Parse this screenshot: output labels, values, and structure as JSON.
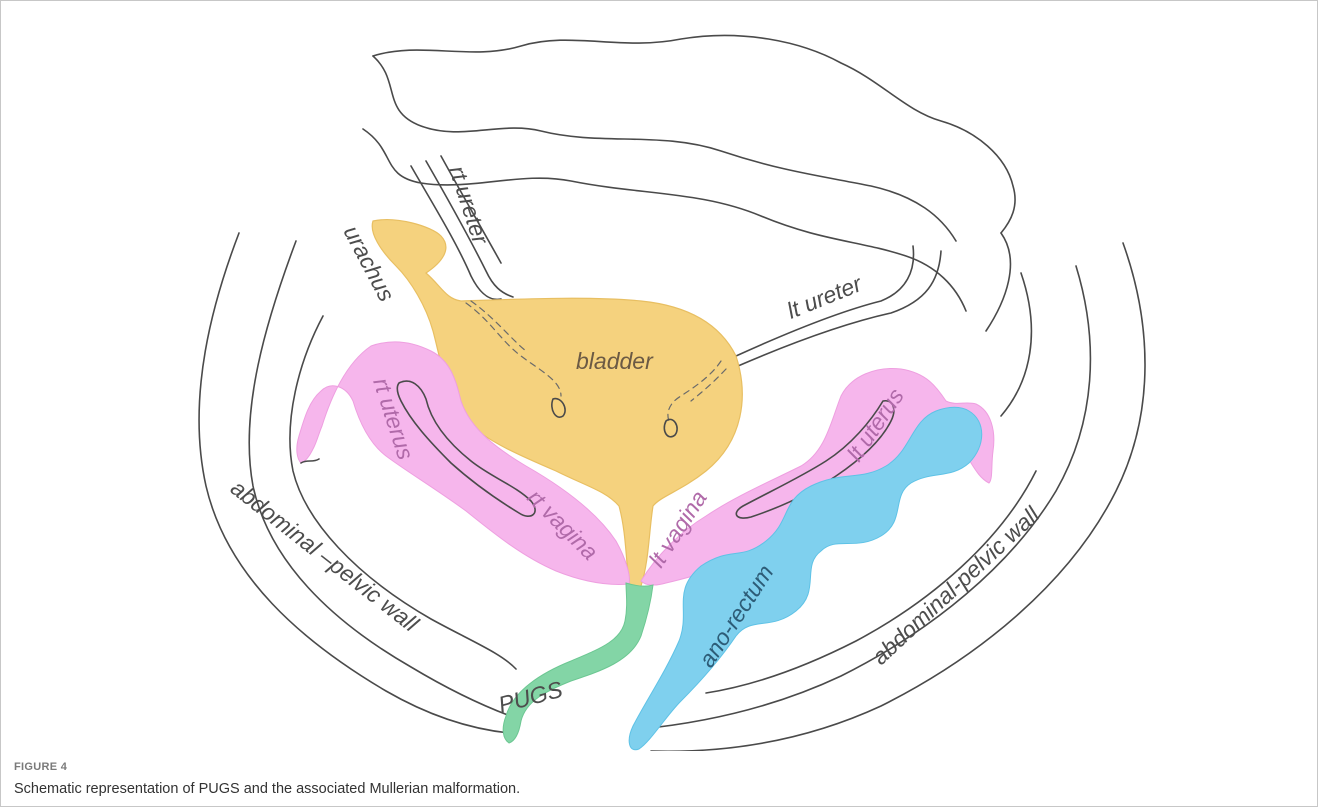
{
  "figure": {
    "label": "FIGURE 4",
    "caption": "Schematic representation of PUGS and the associated Mullerian malformation."
  },
  "diagram": {
    "labels": {
      "rt_ureter": "rt ureter",
      "lt_ureter": "lt ureter",
      "urachus": "urachus",
      "bladder": "bladder",
      "rt_uterus": "rt uterus",
      "lt_uterus": "lt uterus",
      "rt_vagina": "rt vagina",
      "lt_vagina": "lt vagina",
      "ano_rectum": "ano-rectum",
      "pugs": "PUGS",
      "left_wall": "abdominal –pelvic wall",
      "right_wall": "abdominal-pelvic wall"
    },
    "colors": {
      "bladder": "#f5d27e",
      "uterus": "#f6b6ec",
      "rectum": "#7fd0ee",
      "pugs": "#83d5a6",
      "outline": "#4a4a4a"
    }
  }
}
